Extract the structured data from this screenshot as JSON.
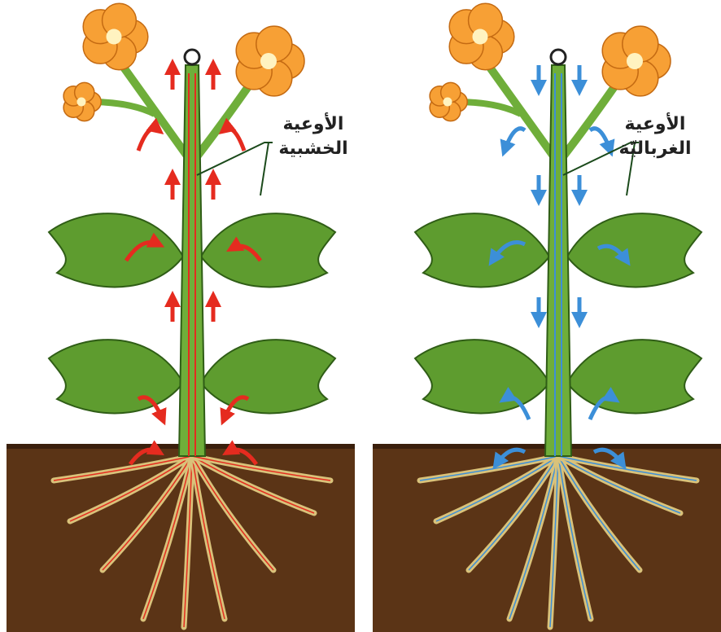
{
  "panels": [
    {
      "id": "xylem",
      "label_lines": [
        "الأوعية",
        "الخشبية"
      ],
      "vessel_color": "#e52b1f",
      "flow_direction": "up"
    },
    {
      "id": "phloem",
      "label_lines": [
        "الأوعية",
        "الغرباليّة"
      ],
      "vessel_color": "#3c8fd8",
      "flow_direction": "down"
    }
  ],
  "colors": {
    "soil": "#5b3416",
    "soil_top": "#3a1f0c",
    "stem": "#6fae3a",
    "leaf": "#5e9c2f",
    "flower": "#f7a035",
    "root": "#d9c27a"
  }
}
